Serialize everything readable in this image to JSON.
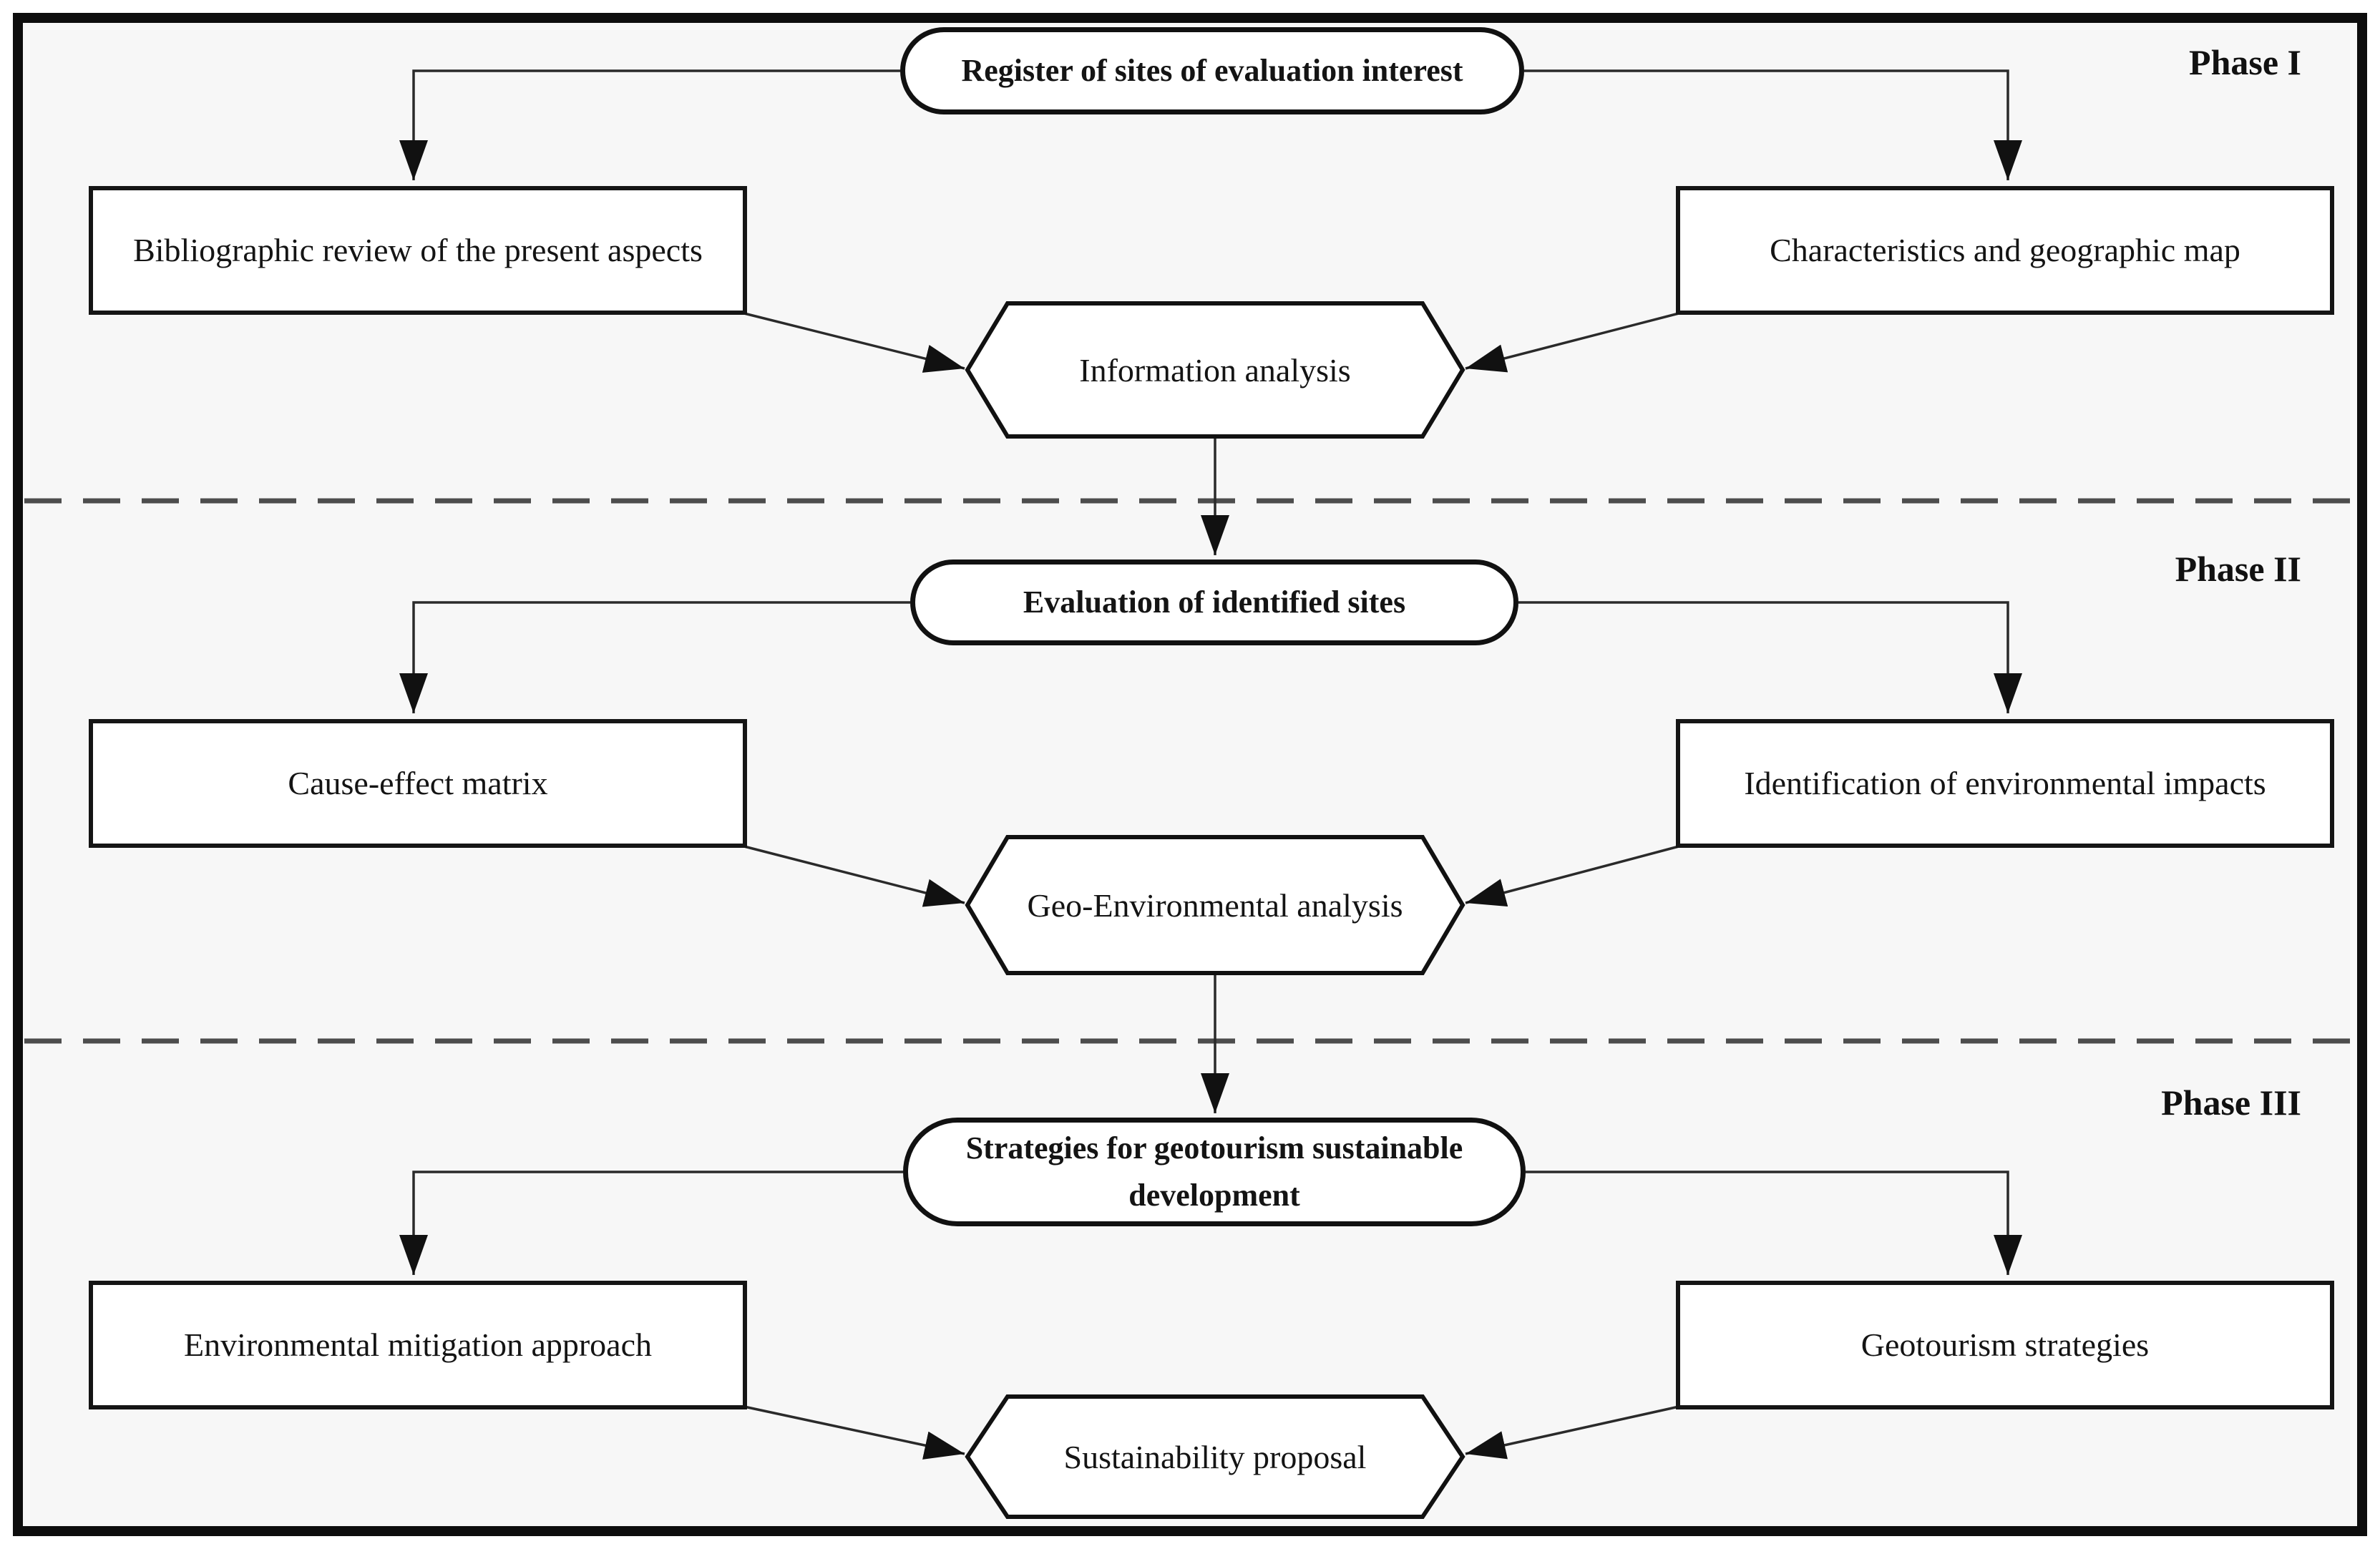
{
  "figure": {
    "title": "Geotourism methodology flowchart",
    "background_color": "#f7f7f7",
    "frame_color": "#0d0d0d",
    "node_fill": "#ffffff",
    "node_stroke": "#111111",
    "connector_color": "#2a2a2a",
    "dash_color": "#4d4d4d",
    "phases": [
      {
        "label": "Phase I",
        "source": "Register of sites of evaluation interest",
        "left": "Bibliographic review of the present aspects",
        "right": "Characteristics and geographic map",
        "merge": "Information analysis"
      },
      {
        "label": "Phase II",
        "source": "Evaluation of identified sites",
        "left": "Cause-effect matrix",
        "right": "Identification of environmental impacts",
        "merge": "Geo-Environmental analysis"
      },
      {
        "label": "Phase III",
        "source": "Strategies for geotourism sustainable development",
        "left": "Environmental mitigation approach",
        "right": "Geotourism strategies",
        "merge": "Sustainability proposal"
      }
    ]
  }
}
